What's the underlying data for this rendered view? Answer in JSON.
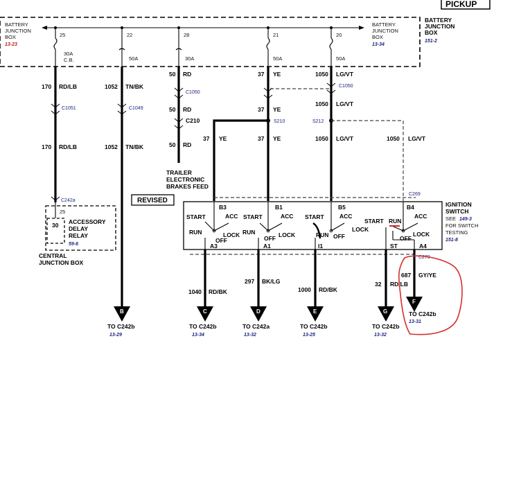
{
  "header": {
    "pickup": "PICKUP",
    "revised": "REVISED"
  },
  "bjb_left": {
    "line1": "BATTERY",
    "line2": "JUNCTION",
    "line3": "BOX",
    "ref": "13-23"
  },
  "bjb_right": {
    "line1": "BATTERY",
    "line2": "JUNCTION",
    "line3": "BOX",
    "ref": "13-34"
  },
  "bjb_outer": {
    "line1": "BATTERY",
    "line2": "JUNCTION",
    "line3": "BOX",
    "ref": "151-2"
  },
  "fuses": [
    {
      "num": "25",
      "rating": "30A",
      "rating2": "C.B."
    },
    {
      "num": "22",
      "rating": "50A"
    },
    {
      "num": "28",
      "rating": "30A"
    },
    {
      "num": "21",
      "rating": "50A"
    },
    {
      "num": "20",
      "rating": "50A"
    }
  ],
  "wires": {
    "w170a": {
      "num": "170",
      "color": "RD/LB"
    },
    "w170b": {
      "num": "170",
      "color": "RD/LB"
    },
    "w1052a": {
      "num": "1052",
      "color": "TN/BK"
    },
    "w1052b": {
      "num": "1052",
      "color": "TN/BK"
    },
    "w50a": {
      "num": "50",
      "color": "RD"
    },
    "w50b": {
      "num": "50",
      "color": "RD"
    },
    "w50c": {
      "num": "50",
      "color": "RD"
    },
    "w37a": {
      "num": "37",
      "color": "YE"
    },
    "w37b": {
      "num": "37",
      "color": "YE"
    },
    "w37c": {
      "num": "37",
      "color": "YE"
    },
    "w37d": {
      "num": "37",
      "color": "YE"
    },
    "w1050a": {
      "num": "1050",
      "color": "LG/VT"
    },
    "w1050b": {
      "num": "1050",
      "color": "LG/VT"
    },
    "w1050c": {
      "num": "1050",
      "color": "LG/VT"
    },
    "w1050d": {
      "num": "1050",
      "color": "LG/VT"
    },
    "w1040": {
      "num": "1040",
      "color": "RD/BK"
    },
    "w297": {
      "num": "297",
      "color": "BK/LG"
    },
    "w1000": {
      "num": "1000",
      "color": "RD/BK"
    },
    "w32": {
      "num": "32",
      "color": "RD/LB"
    },
    "w687": {
      "num": "687",
      "color": "GY/YE"
    }
  },
  "connectors": {
    "c1051": "C1051",
    "c1049": "C1049",
    "c1050a": "C1050",
    "c1050b": "C1050",
    "c210": "C210",
    "s210": "S210",
    "s212": "S212",
    "c242a": "C242a",
    "c269": "C269",
    "c270": "C270"
  },
  "trailer": {
    "line1": "TRAILER",
    "line2": "ELECTRONIC",
    "line3": "BRAKES FEED"
  },
  "relay": {
    "pin_top": "25",
    "pin_left": "30",
    "line1": "ACCESSORY",
    "line2": "DELAY",
    "line3": "RELAY",
    "ref": "59-6"
  },
  "cjb": {
    "line1": "CENTRAL",
    "line2": "JUNCTION BOX"
  },
  "ignition": {
    "title1": "IGNITION",
    "title2": "SWITCH",
    "title3": "SEE",
    "title3ref": "149-3",
    "title4": "FOR SWITCH",
    "title5": "TESTING",
    "ref": "151-8",
    "pins_top": [
      "B3",
      "B1",
      "B5",
      "B4"
    ],
    "pins_bottom": [
      "A3",
      "A1",
      "I1",
      "ST",
      "A4"
    ],
    "pos": {
      "start": "START",
      "run": "RUN",
      "acc": "ACC",
      "off": "OFF",
      "lock": "LOCK"
    }
  },
  "outputs": [
    {
      "letter": "B",
      "to": "TO C242b",
      "ref": "13-29"
    },
    {
      "letter": "C",
      "to": "TO C242b",
      "ref": "13-34"
    },
    {
      "letter": "D",
      "to": "TO C242a",
      "ref": "13-32"
    },
    {
      "letter": "E",
      "to": "TO C242b",
      "ref": "13-25"
    },
    {
      "letter": "G",
      "to": "TO C242b",
      "ref": "13-32"
    },
    {
      "letter": "F",
      "to": "TO C242b",
      "ref": "13-31"
    }
  ],
  "colors": {
    "annotation": "#d32f2f",
    "ref_blue": "#1a237e",
    "ref_red": "#b71c1c"
  }
}
